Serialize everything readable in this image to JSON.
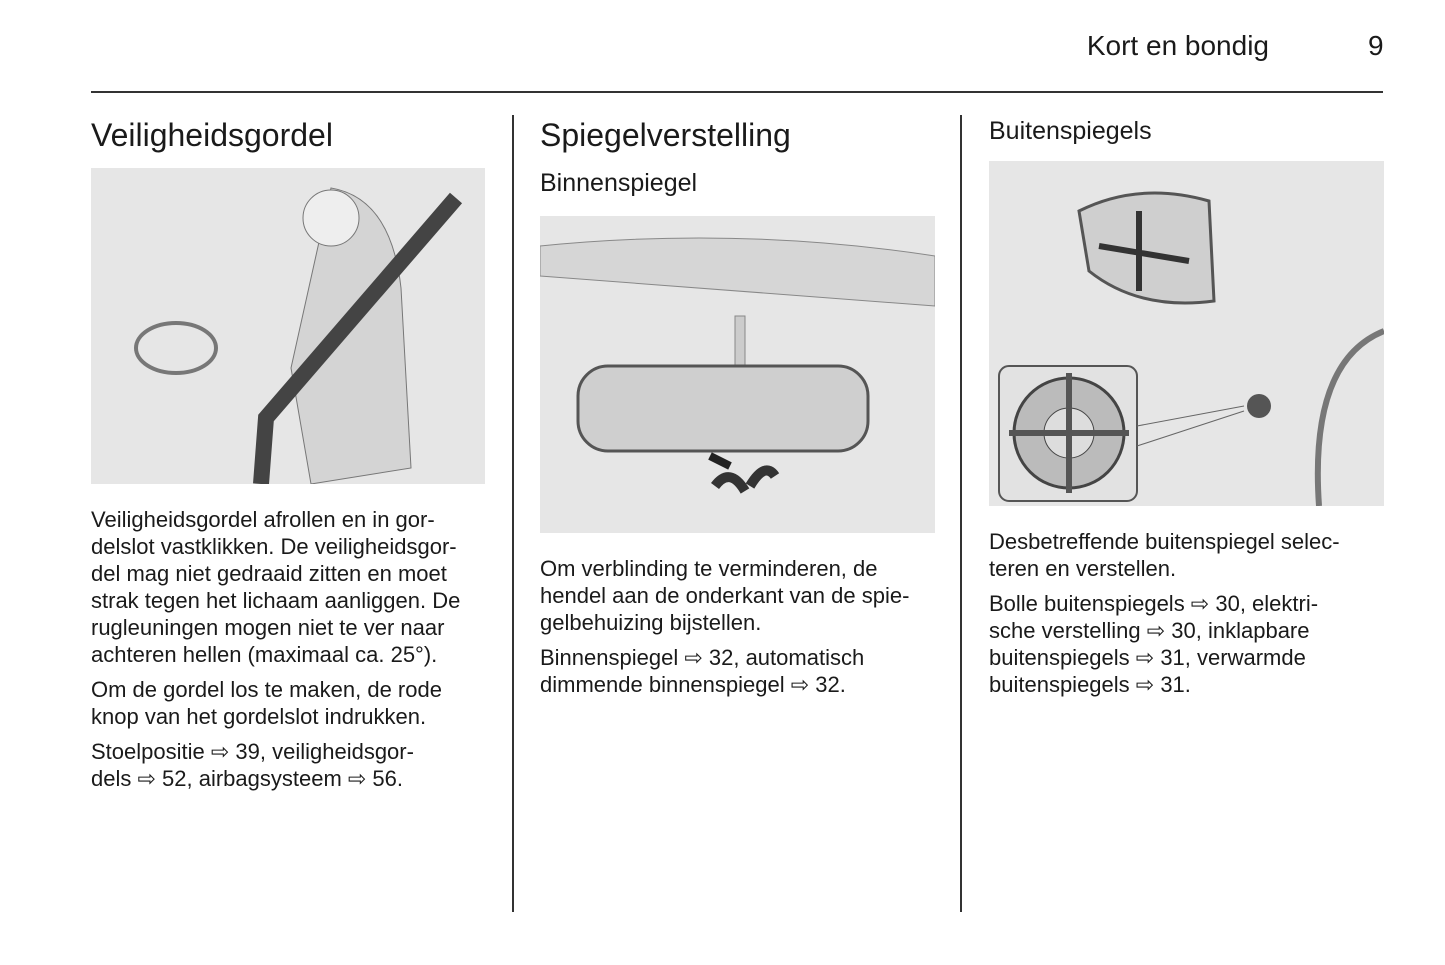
{
  "header": {
    "section": "Kort en bondig",
    "page": "9"
  },
  "col1": {
    "title": "Veiligheidsgordel",
    "paragraphs": [
      [
        "Veiligheidsgordel afrollen en in gor-",
        "delslot vastklikken. De veiligheidsgor-",
        "del mag niet gedraaid zitten en moet",
        "strak tegen het lichaam aanliggen. De",
        "rugleuningen mogen niet te ver naar",
        "achteren hellen (maximaal ca. 25°)."
      ],
      [
        "Om de gordel los te maken, de rode",
        "knop van het gordelslot indrukken."
      ],
      [
        "Stoelpositie ⇨ 39, veiligheidsgor-",
        "dels ⇨ 52, airbagsysteem ⇨ 56."
      ]
    ]
  },
  "col2": {
    "title": "Spiegelverstelling",
    "subtitle": "Binnenspiegel",
    "paragraphs": [
      [
        "Om verblinding te verminderen, de",
        "hendel aan de onderkant van de spie-",
        "gelbehuizing bijstellen."
      ],
      [
        "Binnenspiegel ⇨ 32, automatisch",
        "dimmende binnenspiegel ⇨ 32."
      ]
    ]
  },
  "col3": {
    "subtitle": "Buitenspiegels",
    "paragraphs": [
      [
        "Desbetreffende buitenspiegel selec-",
        "teren en verstellen."
      ],
      [
        "Bolle buitenspiegels ⇨ 30, elektri-",
        "sche verstelling ⇨ 30, inklapbare",
        "buitenspiegels ⇨ 31, verwarmde",
        "buitenspiegels ⇨ 31."
      ]
    ]
  }
}
